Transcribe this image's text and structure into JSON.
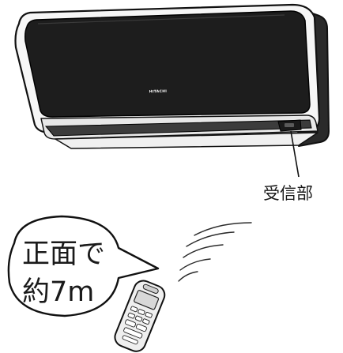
{
  "brand": "HITACHI",
  "callout": {
    "receiver_label": "受信部"
  },
  "speech_bubble": {
    "line1": "正面で",
    "line2": "約7m"
  },
  "colors": {
    "unit_body": "#1d1d1d",
    "unit_frame": "#f4f4f4",
    "outline": "#111111",
    "remote_body": "#efefef",
    "remote_screen": "#d8d8d8",
    "background": "#ffffff"
  },
  "icons": {
    "signal": "infrared-signal-icon",
    "remote": "remote-control-icon",
    "unit": "air-conditioner-icon"
  }
}
